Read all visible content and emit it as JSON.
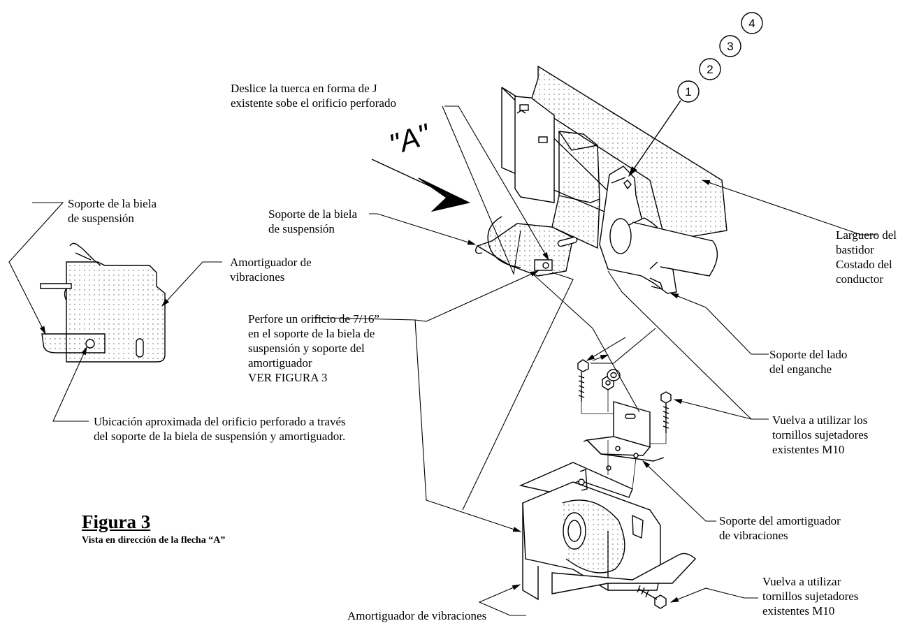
{
  "figure": {
    "title": "Figura 3",
    "subtitle": "Vista en dirección de la flecha “A”",
    "view_arrow": "\"A\""
  },
  "callouts": [
    "1",
    "2",
    "3",
    "4"
  ],
  "labels": {
    "j_nut": [
      "Deslice la tuerca en forma de J",
      "existente sobe el orificio perforado"
    ],
    "radius_rod_bracket_left": [
      "Soporte de la biela",
      "de suspensión"
    ],
    "damper_left": [
      "Amortiguador de",
      "vibraciones"
    ],
    "radius_rod_bracket_main": [
      "Soporte de la biela",
      "de suspensión"
    ],
    "drill_hole": [
      "Perfore un orificio de 7/16”",
      "en el soporte de la biela de",
      "suspensión y soporte del",
      "amortiguador",
      "VER FIGURA 3"
    ],
    "hole_location": [
      "Ubicación aproximada del orificio perforado a través",
      "del soporte de la biela de suspensión y amortiguador."
    ],
    "frame_rail": [
      "Larguero del",
      "bastidor",
      "Costado del",
      "conductor"
    ],
    "hitch_bracket": [
      "Soporte del lado",
      "del enganche"
    ],
    "reuse_bolts_top": [
      "Vuelva a utilizar los",
      "tornillos sujetadores",
      "existentes M10"
    ],
    "damper_bracket": [
      "Soporte del amortiguador",
      "de vibraciones"
    ],
    "reuse_bolts_bottom": [
      "Vuelva a utilizar",
      "tornillos sujetadores",
      "existentes M10"
    ],
    "damper_bottom": [
      "Amortiguador de vibraciones"
    ]
  }
}
